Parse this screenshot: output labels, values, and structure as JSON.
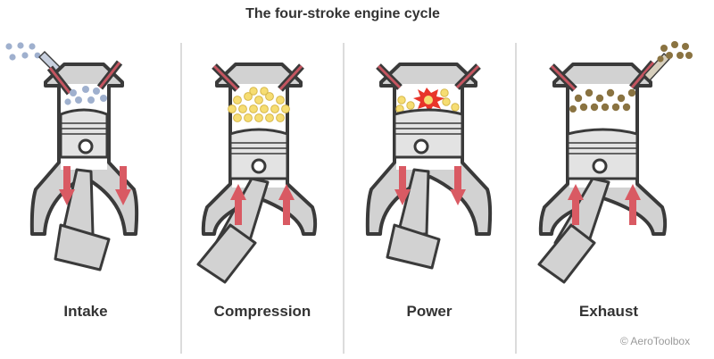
{
  "title": "The four-stroke engine cycle",
  "strokes": [
    {
      "label": "Intake"
    },
    {
      "label": "Compression"
    },
    {
      "label": "Power"
    },
    {
      "label": "Exhaust"
    }
  ],
  "credit": "© AeroToolbox",
  "colors": {
    "intake_gas": "#9fb0ce",
    "compressed_mixture": "#f6dd72",
    "combustion": "#e8352a",
    "exhaust_gas": "#8a7341",
    "arrow": "#d95a63",
    "valve_accent": "#c45560",
    "engine_block": "#d2d2d2",
    "outline": "#3a3a3a"
  }
}
